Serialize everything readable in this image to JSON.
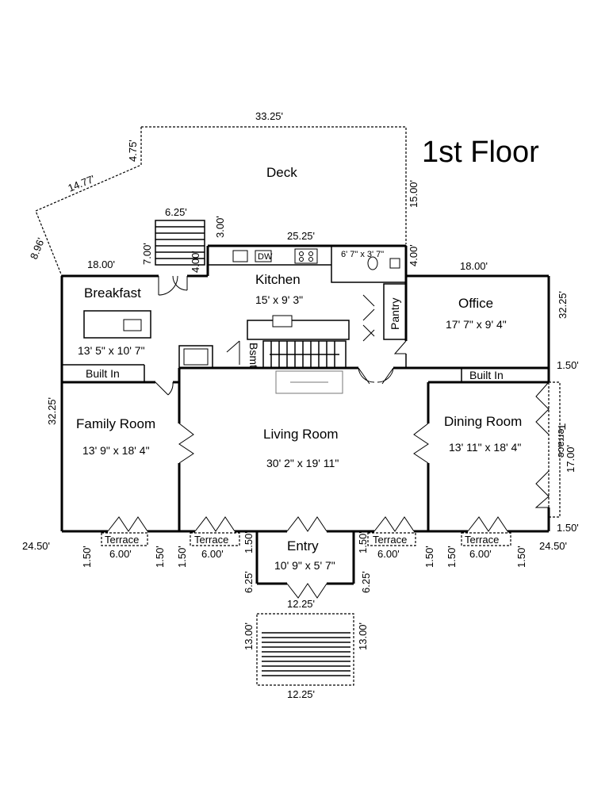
{
  "title": "1st Floor",
  "rooms": {
    "deck": "Deck",
    "kitchen": "Kitchen",
    "kitchen_size": "15' x 9' 3\"",
    "breakfast": "Breakfast",
    "breakfast_size": "13' 5\" x 10' 7\"",
    "office": "Office",
    "office_size": "17' 7\" x 9' 4\"",
    "pantry": "Pantry",
    "bath_size": "6' 7\" x 3' 7\"",
    "basement": "Bsmt",
    "built_in_left": "Built In",
    "built_in_right": "Built In",
    "family": "Family Room",
    "family_size": "13' 9\" x 18' 4\"",
    "living": "Living Room",
    "living_size": "30' 2\" x 19' 11\"",
    "dining": "Dining Room",
    "dining_size": "13' 11\" x 18' 4\"",
    "entry": "Entry",
    "entry_size": "10' 9\" x 5' 7\"",
    "terrace": "Terrace",
    "dw": "DW"
  },
  "dims": {
    "deck_top": "33.25'",
    "deck_side_short": "4.75'",
    "deck_diag": "14.77'",
    "deck_left": "8.96'",
    "deck_right": "15.00'",
    "stair_top": "6.25'",
    "stair_right": "3.00'",
    "stair_left": "7.00'",
    "stair_bottom": "4.00'",
    "kitchen_top": "25.25'",
    "bath_right": "4.00'",
    "left_top": "18.00'",
    "right_top": "18.00'",
    "right_upper": "32.25'",
    "right_mid": "1.50'",
    "left_side": "32.25'",
    "right_terrace": "17.00'",
    "right_low": "1.50'",
    "bottom_left": "24.50'",
    "bottom_right": "24.50'",
    "terrace_1": "6.00'",
    "terrace_2": "6.00'",
    "terrace_3": "6.00'",
    "terrace_4": "6.00'",
    "gap_1": "1.50'",
    "gap_2": "1.50'",
    "gap_3": "1.50'",
    "gap_4": "1.50'",
    "gap_5": "1.50'",
    "gap_6": "1.50'",
    "gap_7": "1.50'",
    "gap_8": "1.50'",
    "entry_left": "6.25'",
    "entry_right": "6.25'",
    "entry_bottom": "12.25'",
    "steps_left": "13.00'",
    "steps_right": "13.00'",
    "steps_bottom": "12.25'"
  }
}
